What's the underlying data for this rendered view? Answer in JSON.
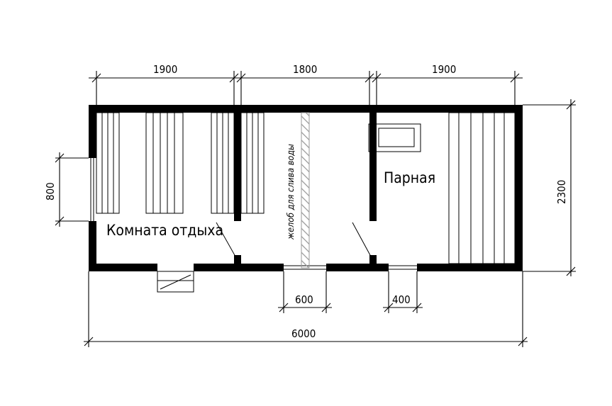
{
  "dimensions": {
    "top_left": "1900",
    "top_middle": "1800",
    "top_right": "1900",
    "right_height": "2300",
    "left_window": "800",
    "door_middle": "600",
    "door_right": "400",
    "overall_width": "6000"
  },
  "rooms": {
    "rest_room": "Комната отдыха",
    "steam_room": "Парная"
  },
  "labels": {
    "gutter": "желоб для слива воды"
  },
  "colors": {
    "wall": "#000000",
    "background": "#ffffff",
    "gutter_hatch": "#999999"
  }
}
